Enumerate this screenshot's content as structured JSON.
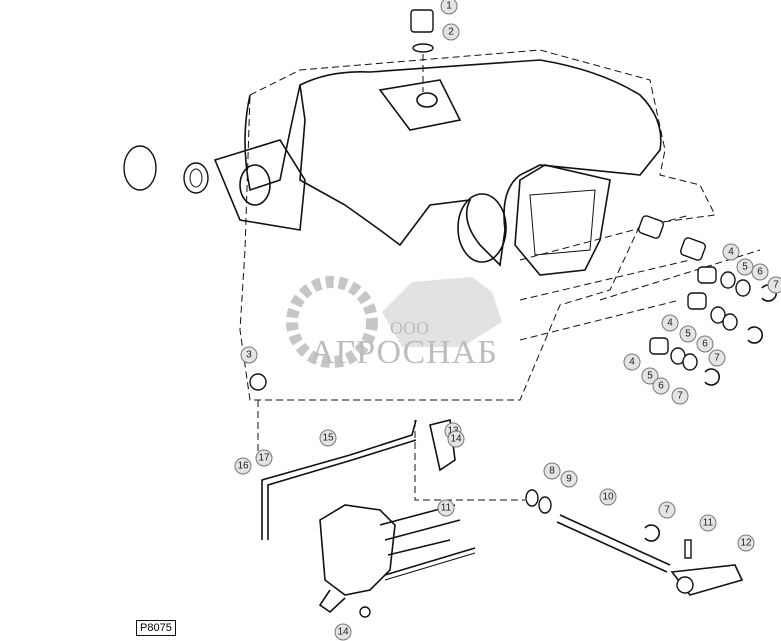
{
  "figure_ref": "P8075",
  "watermark": {
    "prefix": "ООО",
    "name": "АГРОСНАБ"
  },
  "callouts": [
    "1",
    "2",
    "3",
    "4",
    "5",
    "6",
    "7",
    "4",
    "5",
    "6",
    "7",
    "4",
    "5",
    "6",
    "7",
    "8",
    "9",
    "10",
    "7",
    "11",
    "12",
    "13",
    "14",
    "15",
    "16",
    "17",
    "11",
    "14"
  ]
}
